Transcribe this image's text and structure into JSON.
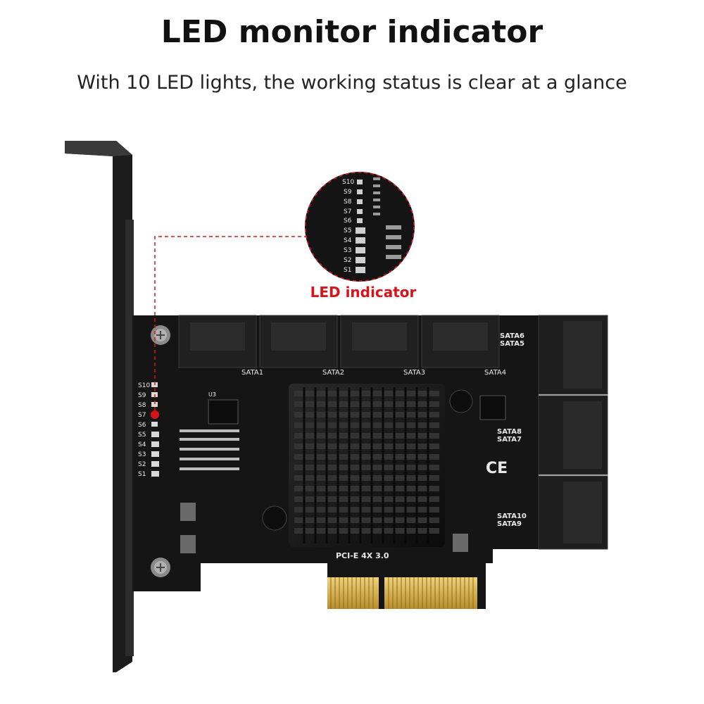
{
  "title": "LED monitor indicator",
  "subtitle": "With 10 LED lights, the working status is clear at a glance",
  "callout_label": "LED indicator",
  "colors": {
    "accent_red": "#d8141b",
    "pcb": "#151515",
    "bracket": "#1c1c1c",
    "gold": "#d9b24a"
  },
  "board": {
    "bus_label": "PCI-E 4X 3.0",
    "top_ports": [
      "SATA1",
      "SATA2",
      "SATA3",
      "SATA4"
    ],
    "side_port_labels": [
      [
        "SATA6",
        "SATA5"
      ],
      [
        "SATA8",
        "SATA7"
      ],
      [
        "SATA10",
        "SATA9"
      ]
    ],
    "led_labels": [
      "S10",
      "S9",
      "S8",
      "S7",
      "S6",
      "S5",
      "S4",
      "S3",
      "S2",
      "S1"
    ],
    "chip_label": "U3",
    "cert_mark": "CE"
  },
  "zoom": {
    "led_labels": [
      "S10",
      "S9",
      "S8",
      "S7",
      "S6",
      "S5",
      "S4",
      "S3",
      "S2",
      "S1"
    ]
  }
}
